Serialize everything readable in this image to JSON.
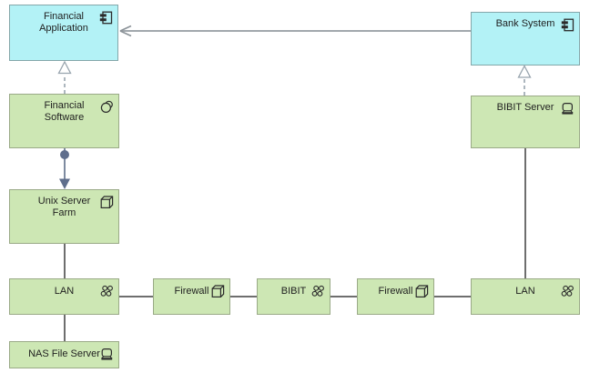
{
  "diagram": {
    "kind": "archimate-infrastructure-view",
    "background": "#ffffff",
    "colors": {
      "application_fill": "#b3f2f6",
      "application_border": "#84a7aa",
      "technology_fill": "#cde7b4",
      "technology_border": "#9aaa87",
      "association_line": "#6e6e6e",
      "flow_line": "#a2a8ad",
      "realization_line": "#98a4ae",
      "assignment_color": "#5f6e8c",
      "label_color": "#1f1f1f"
    },
    "nodes": [
      {
        "id": "financial-application",
        "label": "Financial Application",
        "element_type": "application-component",
        "icon": "component-icon",
        "layer": "application"
      },
      {
        "id": "bank-system",
        "label": "Bank System",
        "element_type": "application-component",
        "icon": "component-icon",
        "layer": "application"
      },
      {
        "id": "financial-software",
        "label": "Financial Software",
        "element_type": "system-software",
        "icon": "system-software-icon",
        "layer": "technology"
      },
      {
        "id": "bibit-server",
        "label": "BIBIT Server",
        "element_type": "device",
        "icon": "device-icon",
        "layer": "technology"
      },
      {
        "id": "unix-server-farm",
        "label": "Unix Server Farm",
        "element_type": "node",
        "icon": "node-cube-icon",
        "layer": "technology"
      },
      {
        "id": "lan-left",
        "label": "LAN",
        "element_type": "communication-network",
        "icon": "network-icon",
        "layer": "technology"
      },
      {
        "id": "firewall-left",
        "label": "Firewall",
        "element_type": "node",
        "icon": "node-cube-icon",
        "layer": "technology"
      },
      {
        "id": "bibit-network",
        "label": "BIBIT",
        "element_type": "communication-network",
        "icon": "network-icon",
        "layer": "technology"
      },
      {
        "id": "firewall-right",
        "label": "Firewall",
        "element_type": "node",
        "icon": "node-cube-icon",
        "layer": "technology"
      },
      {
        "id": "lan-right",
        "label": "LAN",
        "element_type": "communication-network",
        "icon": "network-icon",
        "layer": "technology"
      },
      {
        "id": "nas-file-server",
        "label": "NAS File Server",
        "element_type": "device",
        "icon": "device-icon",
        "layer": "technology"
      }
    ],
    "relationships": [
      {
        "from": "bank-system",
        "to": "financial-application",
        "type": "open-arrow"
      },
      {
        "from": "financial-software",
        "to": "financial-application",
        "type": "realization"
      },
      {
        "from": "bibit-server",
        "to": "bank-system",
        "type": "realization"
      },
      {
        "from": "financial-software",
        "to": "unix-server-farm",
        "type": "assignment"
      },
      {
        "from": "unix-server-farm",
        "to": "lan-left",
        "type": "association"
      },
      {
        "from": "lan-left",
        "to": "nas-file-server",
        "type": "association"
      },
      {
        "from": "lan-left",
        "to": "firewall-left",
        "type": "association"
      },
      {
        "from": "firewall-left",
        "to": "bibit-network",
        "type": "association"
      },
      {
        "from": "bibit-network",
        "to": "firewall-right",
        "type": "association"
      },
      {
        "from": "firewall-right",
        "to": "lan-right",
        "type": "association"
      },
      {
        "from": "lan-right",
        "to": "bibit-server",
        "type": "association"
      }
    ]
  }
}
